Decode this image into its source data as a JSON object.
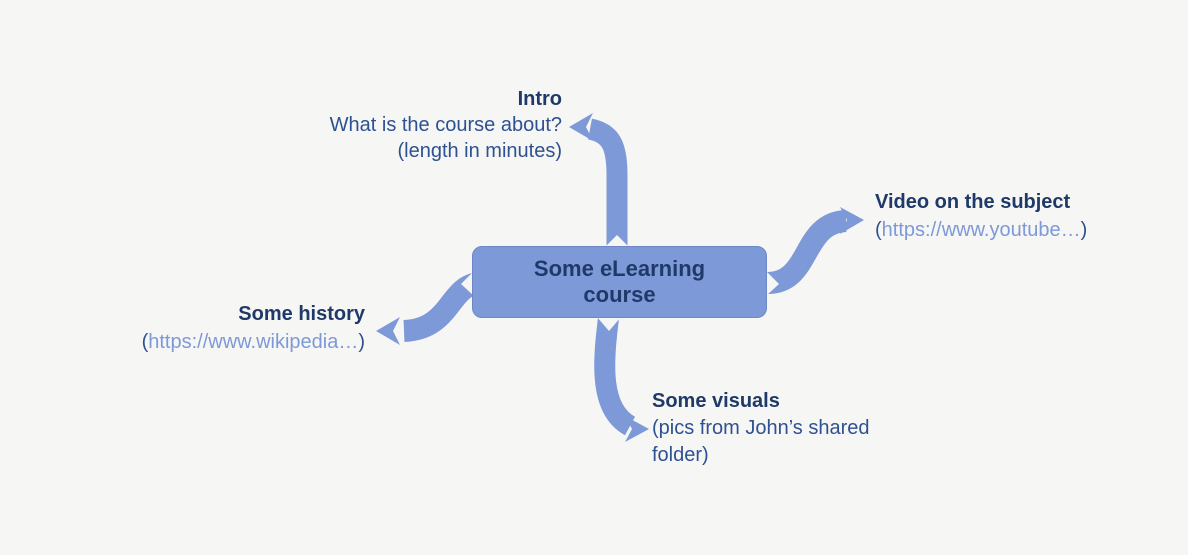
{
  "colors": {
    "bg": "#f6f6f4",
    "accent": "#7e99d8",
    "heading": "#1f3a68",
    "body": "#2e5192",
    "node_border": "#6d87c6"
  },
  "center_node": {
    "line1": "Some eLearning",
    "line2": "course"
  },
  "branches": {
    "intro": {
      "title": "Intro",
      "line1": "What is the course about?",
      "line2": "(length in minutes)"
    },
    "video": {
      "title": "Video on the subject",
      "link": {
        "open": "(",
        "text": "https://www.youtube…",
        "close": ")"
      }
    },
    "history": {
      "title": "Some history",
      "link": {
        "open": "(",
        "text": "https://www.wikipedia…",
        "close": ")"
      }
    },
    "visuals": {
      "title": "Some visuals",
      "line1": "(pics from John’s shared",
      "line2": "folder)"
    }
  }
}
